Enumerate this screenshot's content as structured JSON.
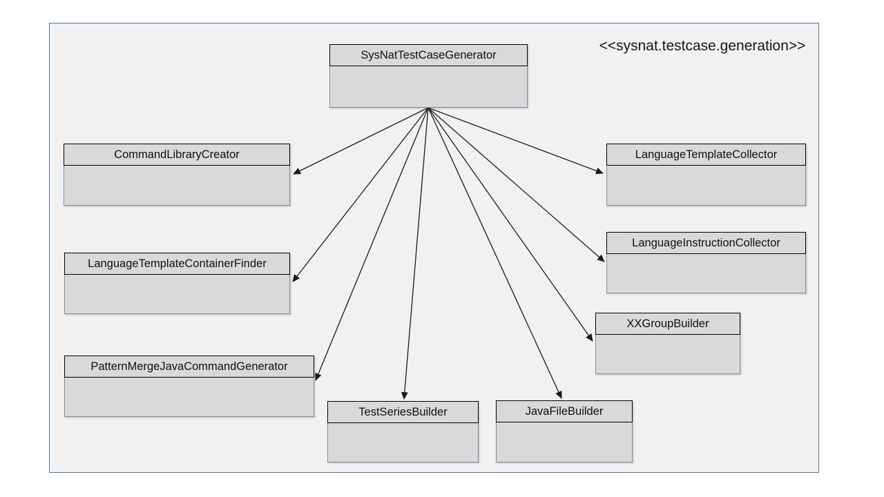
{
  "diagram": {
    "stereotype": "<<sysnat.testcase.generation>>",
    "classes": [
      {
        "id": "SysNatTestCaseGenerator",
        "name": "SysNatTestCaseGenerator"
      },
      {
        "id": "CommandLibraryCreator",
        "name": "CommandLibraryCreator"
      },
      {
        "id": "LanguageTemplateContainerFinder",
        "name": "LanguageTemplateContainerFinder"
      },
      {
        "id": "PatternMergeJavaCommandGenerator",
        "name": "PatternMergeJavaCommandGenerator"
      },
      {
        "id": "TestSeriesBuilder",
        "name": "TestSeriesBuilder"
      },
      {
        "id": "JavaFileBuilder",
        "name": "JavaFileBuilder"
      },
      {
        "id": "LanguageTemplateCollector",
        "name": "LanguageTemplateCollector"
      },
      {
        "id": "LanguageInstructionCollector",
        "name": "LanguageInstructionCollector"
      },
      {
        "id": "XXGroupBuilder",
        "name": "XXGroupBuilder"
      }
    ],
    "edges": [
      {
        "from": "SysNatTestCaseGenerator",
        "to": "CommandLibraryCreator"
      },
      {
        "from": "SysNatTestCaseGenerator",
        "to": "LanguageTemplateContainerFinder"
      },
      {
        "from": "SysNatTestCaseGenerator",
        "to": "PatternMergeJavaCommandGenerator"
      },
      {
        "from": "SysNatTestCaseGenerator",
        "to": "TestSeriesBuilder"
      },
      {
        "from": "SysNatTestCaseGenerator",
        "to": "JavaFileBuilder"
      },
      {
        "from": "SysNatTestCaseGenerator",
        "to": "XXGroupBuilder"
      },
      {
        "from": "SysNatTestCaseGenerator",
        "to": "LanguageInstructionCollector"
      },
      {
        "from": "SysNatTestCaseGenerator",
        "to": "LanguageTemplateCollector"
      }
    ],
    "colors": {
      "box_fill": "#d9d9d9",
      "box_border": "#7a8fa6",
      "title_border": "#000000",
      "frame_border": "#4e7299",
      "frame_fill": "#f1f1f2",
      "arrow": "#1a1a1a"
    }
  }
}
